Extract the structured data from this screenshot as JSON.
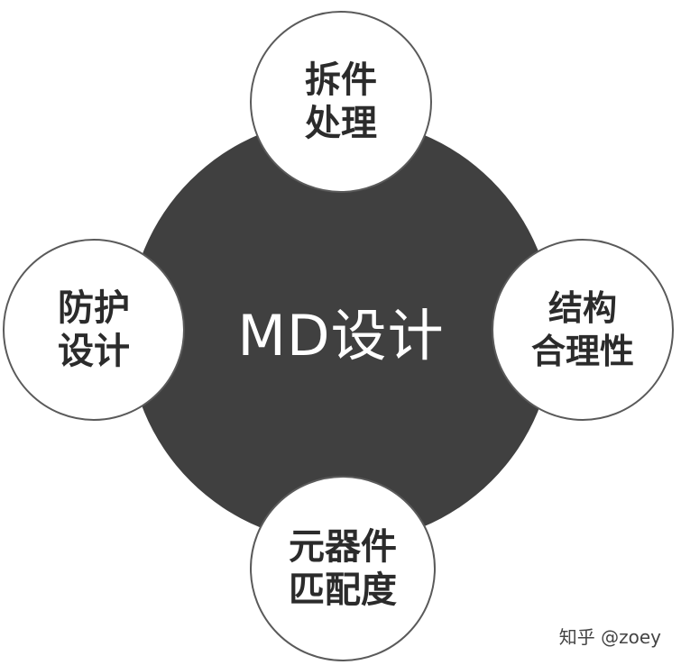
{
  "center": {
    "label": "MD设计"
  },
  "nodes": {
    "top": {
      "line1": "拆件",
      "line2": "处理"
    },
    "left": {
      "line1": "防护",
      "line2": "设计"
    },
    "right": {
      "line1": "结构",
      "line2": "合理性"
    },
    "bottom": {
      "line1": "元器件",
      "line2": "匹配度"
    }
  },
  "watermark": "知乎 @zoey",
  "colors": {
    "center_fill": "#404040",
    "satellite_fill": "#ffffff",
    "satellite_border": "#5a5a5a",
    "text_dark": "#2b2b2b",
    "text_light": "#ffffff"
  }
}
